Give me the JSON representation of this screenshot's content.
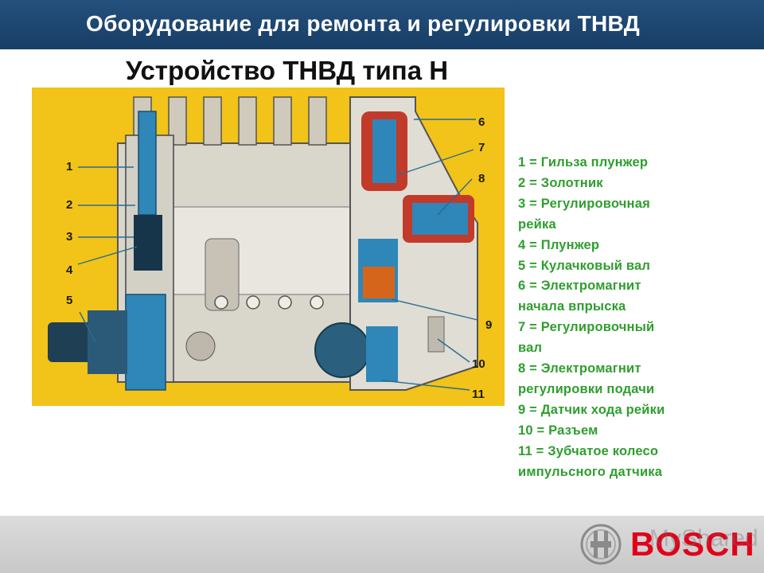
{
  "header": {
    "title": "Оборудование для ремонта и регулировки ТНВД"
  },
  "slide": {
    "title": "Устройство ТНВД типа H"
  },
  "callouts": [
    "1",
    "2",
    "3",
    "4",
    "5",
    "6",
    "7",
    "8",
    "9",
    "10",
    "11"
  ],
  "legend": [
    "1 = Гильза плунжер",
    "2 = Золотник",
    "3 = Регулировочная",
    "рейка",
    "4 = Плунжер",
    "5 = Кулачковый вал",
    "6 = Электромагнит",
    "начала впрыска",
    "7 = Регулировочный",
    "вал",
    "8 = Электромагнит",
    "регулировки подачи",
    "9 = Датчик хода рейки",
    "10 = Разъем",
    "11 = Зубчатое колесо",
    "импульсного датчика"
  ],
  "footer": {
    "brand": "BOSCH",
    "watermark": "MyShared"
  },
  "colors": {
    "header_bg": "#1f4e79",
    "figure_bg": "#f2c318",
    "legend_text": "#2e9e2e",
    "brand_red": "#e2001a"
  }
}
